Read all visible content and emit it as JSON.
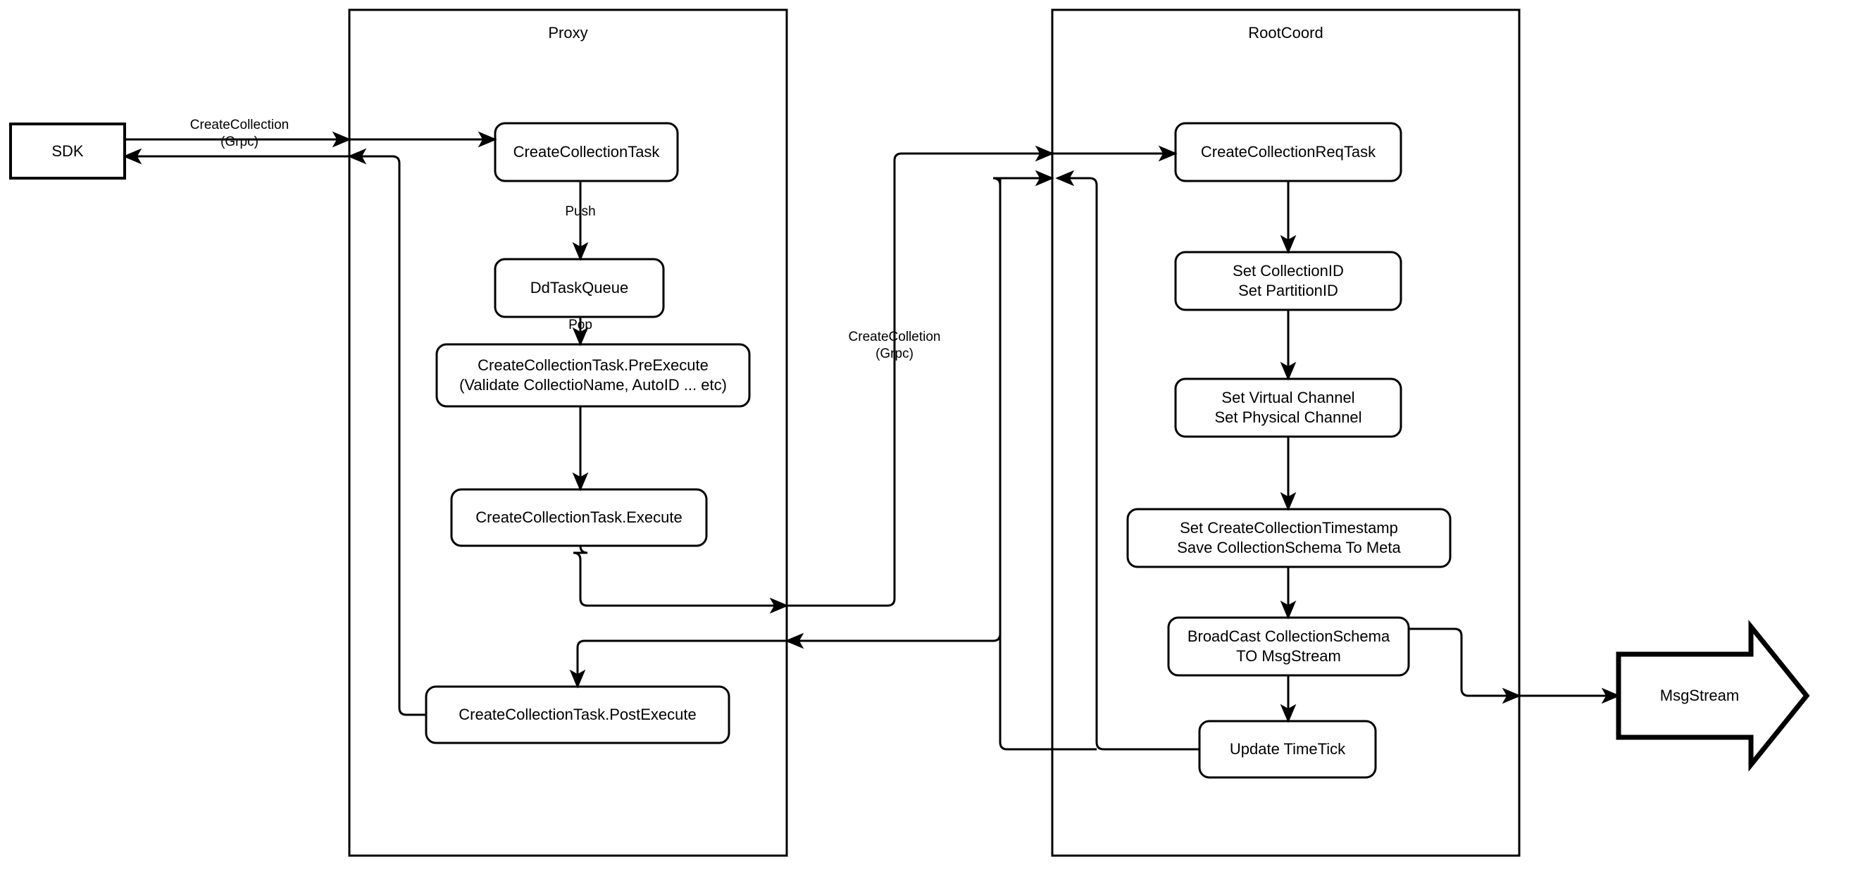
{
  "diagram": {
    "title_hidden": "",
    "colors": {
      "stroke": "#000000",
      "fill": "#ffffff",
      "text": "#000000"
    },
    "groups": [
      {
        "id": "proxy",
        "label": "Proxy"
      },
      {
        "id": "rootcoord",
        "label": "RootCoord"
      }
    ],
    "nodes": {
      "sdk": {
        "label": "SDK"
      },
      "create_collection_task": {
        "label": "CreateCollectionTask"
      },
      "dd_task_queue": {
        "label": "DdTaskQueue"
      },
      "pre_execute": {
        "label": "CreateCollectionTask.PreExecute\n(Validate CollectioName, AutoID ... etc)"
      },
      "execute": {
        "label": "CreateCollectionTask.Execute"
      },
      "post_execute": {
        "label": "CreateCollectionTask.PostExecute"
      },
      "req_task": {
        "label": "CreateCollectionReqTask"
      },
      "set_ids": {
        "label": "Set CollectionID\nSet PartitionID"
      },
      "set_channels": {
        "label": "Set Virtual Channel\nSet Physical Channel"
      },
      "set_timestamp": {
        "label": "Set CreateCollectionTimestamp\nSave CollectionSchema To Meta"
      },
      "broadcast": {
        "label": "BroadCast CollectionSchema\nTO MsgStream"
      },
      "update_timetick": {
        "label": "Update TimeTick"
      },
      "msgstream": {
        "label": "MsgStream"
      }
    },
    "edge_labels": {
      "sdk_to_proxy": "CreateCollection\n(Grpc)",
      "push": "Push",
      "pop": "Pop",
      "proxy_to_rootcoord": "CreateColletion\n(Grpc)"
    }
  }
}
